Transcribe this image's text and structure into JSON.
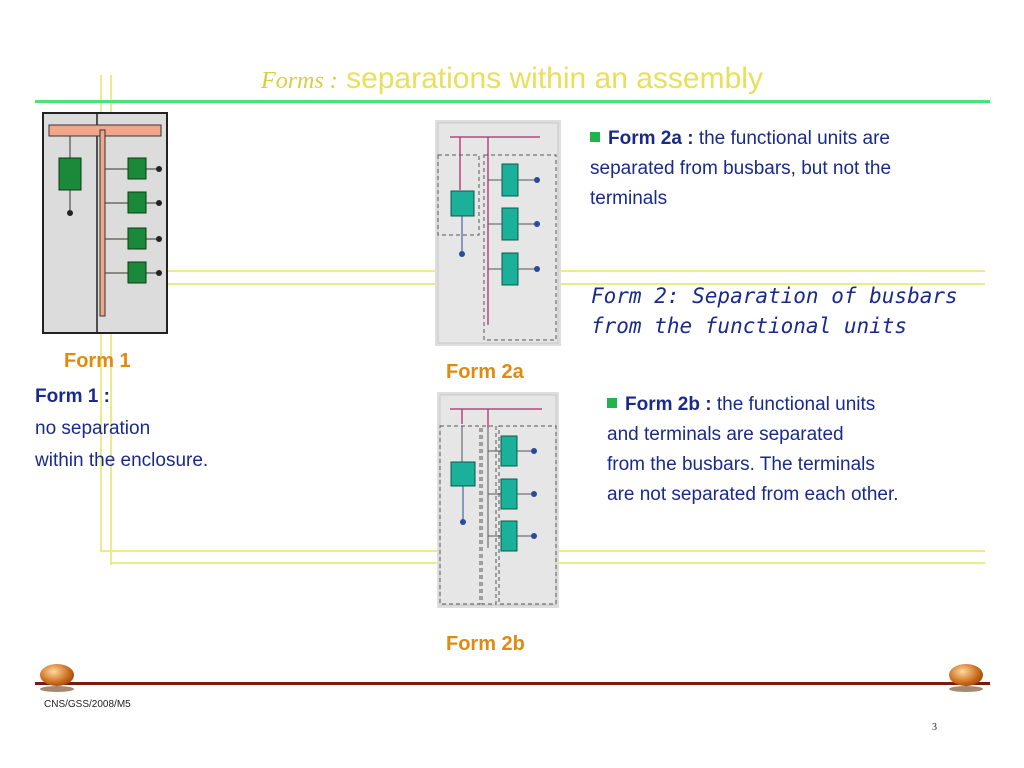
{
  "title": {
    "italic": "Forms :",
    "main": "separations within an assembly"
  },
  "form1": {
    "caption": "Form 1",
    "text_bold": "Form 1 :",
    "text_line1": "no separation",
    "text_line2": "within the enclosure."
  },
  "form2a": {
    "caption": "Form 2a",
    "desc_bold": "Form 2a :",
    "desc_line1": "the functional units are",
    "desc_line2": "separated from busbars, but not the",
    "desc_line3": "terminals"
  },
  "form2": {
    "heading_line1": "Form 2: Separation of busbars",
    "heading_line2": "from the functional units"
  },
  "form2b": {
    "caption": "Form 2b",
    "desc_bold": "Form 2b :",
    "desc_line1": "the functional units",
    "desc_line2": "and terminals are separated",
    "desc_line3": "from the busbars. The terminals",
    "desc_line4": "are not separated from each other."
  },
  "footer": {
    "code": "CNS/GSS/2008/M5",
    "page": "3"
  },
  "colors": {
    "title": "#e8df5a",
    "rule": "#4ee07a",
    "caption": "#e08a12",
    "body_text": "#1a2a8a",
    "bullet": "#22b34a",
    "footer_line": "#7a1a10"
  }
}
